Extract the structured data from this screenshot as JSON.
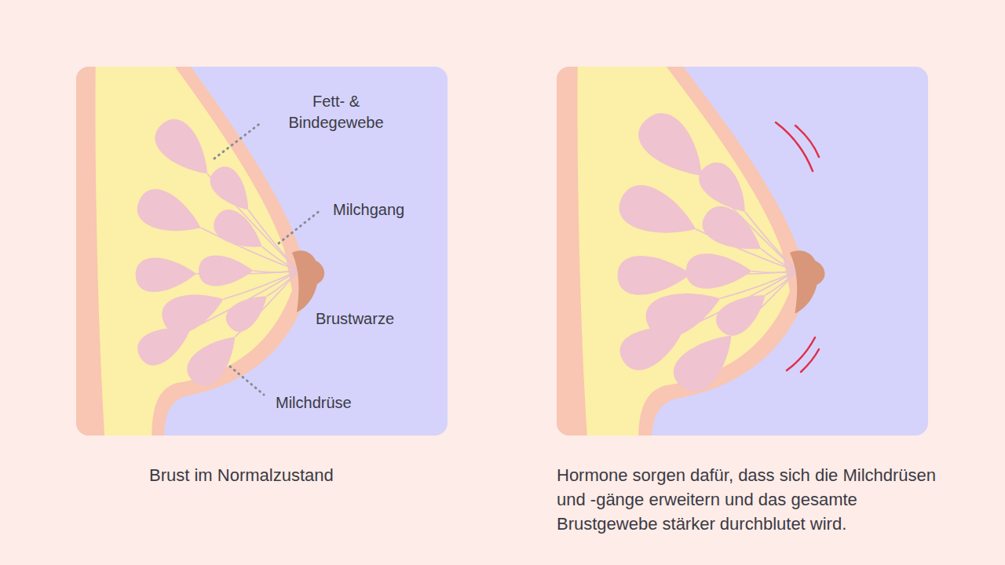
{
  "diagram": {
    "labels": [
      "Fett- & Bindegewebe",
      "Milchgang",
      "Brustwarze",
      "Milchdrüse",
      "Brust im Normalzustand",
      "Hormone sorgen dafür, dass sich die Milchdrüsen und -gänge erweitern und das gesamte Brustgewebe stärker durchblutet wird."
    ]
  }
}
